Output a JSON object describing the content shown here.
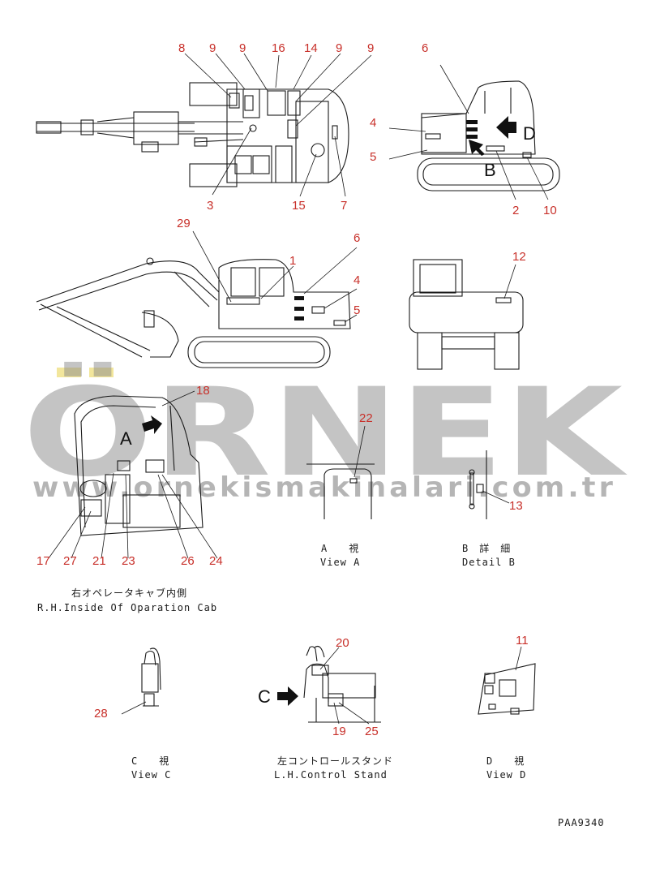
{
  "watermark": {
    "brand": "ÖRNEK",
    "url": "www.ornekismakinalari.com.tr",
    "accent_color": "#e8d24a"
  },
  "callouts": {
    "top_view": [
      "8",
      "9",
      "9",
      "16",
      "14",
      "9",
      "9",
      "3",
      "15",
      "7"
    ],
    "right_side": [
      "6",
      "4",
      "5",
      "2",
      "10"
    ],
    "side_view": [
      "29",
      "1",
      "6",
      "4",
      "5"
    ],
    "rear_view": [
      "12"
    ],
    "cab_inside": [
      "18",
      "17",
      "27",
      "21",
      "23",
      "26",
      "24"
    ],
    "view_a": [
      "22"
    ],
    "detail_b": [
      "13"
    ],
    "view_c": [
      "28"
    ],
    "control_stand": [
      "20",
      "19",
      "25"
    ],
    "view_d": [
      "11"
    ]
  },
  "arrow_letters": {
    "a": "A",
    "b": "B",
    "c": "C",
    "d": "D"
  },
  "captions": {
    "cab_jp": "右オペレータキャブ内側",
    "cab_en": "R.H.Inside Of Oparation Cab",
    "view_a_jp": "A　　視",
    "view_a_en": "View A",
    "detail_b_jp": "B　詳　細",
    "detail_b_en": "Detail B",
    "view_c_jp": "C　　視",
    "view_c_en": "View C",
    "stand_jp": "左コントロールスタンド",
    "stand_en": "L.H.Control Stand",
    "view_d_jp": "D　　視",
    "view_d_en": "View D"
  },
  "part_code": "PAA9340"
}
